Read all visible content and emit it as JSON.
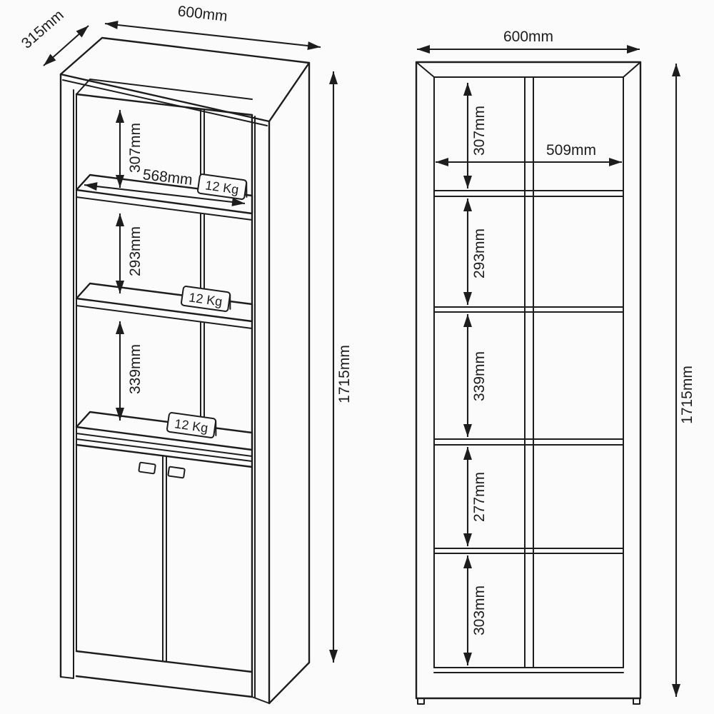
{
  "diagram": {
    "type": "furniture-dimension-drawing",
    "colors": {
      "line": "#1d1d1d",
      "background": "#fbfbfb"
    },
    "views": {
      "perspective": {
        "width_label": "600mm",
        "depth_label": "315mm",
        "height_label": "1715mm",
        "shelf_width_label": "568mm",
        "compartment_labels": [
          "307mm",
          "293mm",
          "339mm"
        ],
        "capacity_labels": [
          "12 Kg",
          "12 Kg",
          "12 Kg"
        ]
      },
      "front": {
        "width_label": "600mm",
        "height_label": "1715mm",
        "inner_width_label": "509mm",
        "compartment_labels": [
          "307mm",
          "293mm",
          "339mm",
          "277mm",
          "303mm"
        ]
      }
    }
  }
}
